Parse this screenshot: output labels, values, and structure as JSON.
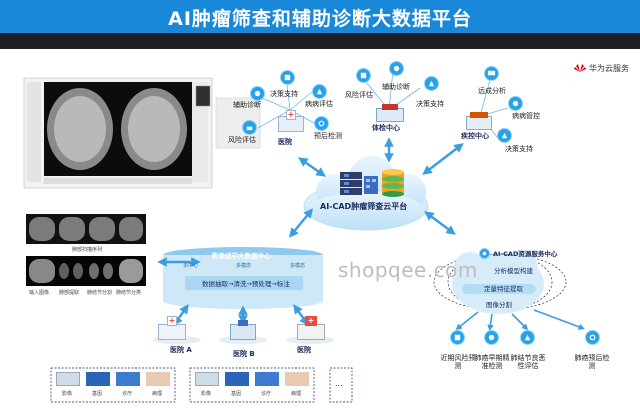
{
  "title": "AI肿瘤筛查和辅助诊断大数据平台",
  "brand": "华为云服务",
  "center_platform": "AI-CAD肿瘤筛查云平台",
  "top_nodes": {
    "hospital": "医院",
    "exam_center": "体检中心",
    "cdc": "疾控中心"
  },
  "hospital_services": [
    "决策支持",
    "辅助诊断",
    "病病评估",
    "风险评估",
    "预后检测"
  ],
  "exam_services": [
    "风险评估",
    "辅助诊断",
    "决策支持"
  ],
  "cdc_services": [
    "远成分析",
    "病病管控",
    "决策支持"
  ],
  "ct_panel": {
    "captions_row1": [
      "肺部扫描序列"
    ],
    "captions_row2": [
      "输入图像",
      "肺部提取",
      "肺结节分割",
      "肺结节分类"
    ]
  },
  "bigdata": {
    "title": "影像组学大数据中心",
    "flow": "数据抽取→清洗→预处理→标注",
    "small": [
      "多中心",
      "多模态",
      "多模态"
    ]
  },
  "resource": {
    "title": "AI-CAD资源服务中心",
    "items": [
      "分析模型构建",
      "定量特征提取",
      "图像分割"
    ]
  },
  "hospitals": {
    "a": "医院 A",
    "b": "医院 B",
    "c": "医院"
  },
  "data_sources": [
    "影像",
    "基因",
    "诊疗",
    "病理"
  ],
  "more": "...",
  "outcomes": [
    "近期风险预测",
    "肺癌早期精准检测",
    "肺结节良恶性评估",
    "肺癌预后检测"
  ],
  "watermark": "shopqee.com",
  "colors": {
    "banner": "#1a88d8",
    "accent": "#2aa0e6",
    "dark": "#1e2023"
  }
}
